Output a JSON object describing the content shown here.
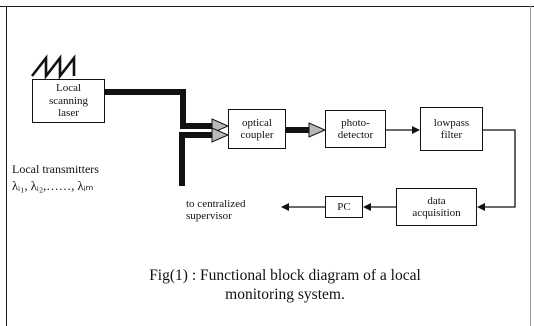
{
  "blocks": {
    "local_scanning_laser": "Local\nscanning\nlaser",
    "optical_coupler": "optical\ncoupler",
    "photo_detector": "photo-\ndetector",
    "lowpass_filter": "lowpass\nfilter",
    "data_acquisition": "data\nacquisition",
    "pc": "PC"
  },
  "labels": {
    "local_transmitters": "Local transmitters",
    "wavelengths": "λᵢ₁, λᵢ₂,……, λᵢₘ",
    "to_centralized_supervisor": "to centralized\nsupervisor"
  },
  "caption": "Fig(1) : Functional block diagram  of a local\nmonitoring system.",
  "icons": {
    "sawtooth": "sawtooth-wave-icon"
  }
}
